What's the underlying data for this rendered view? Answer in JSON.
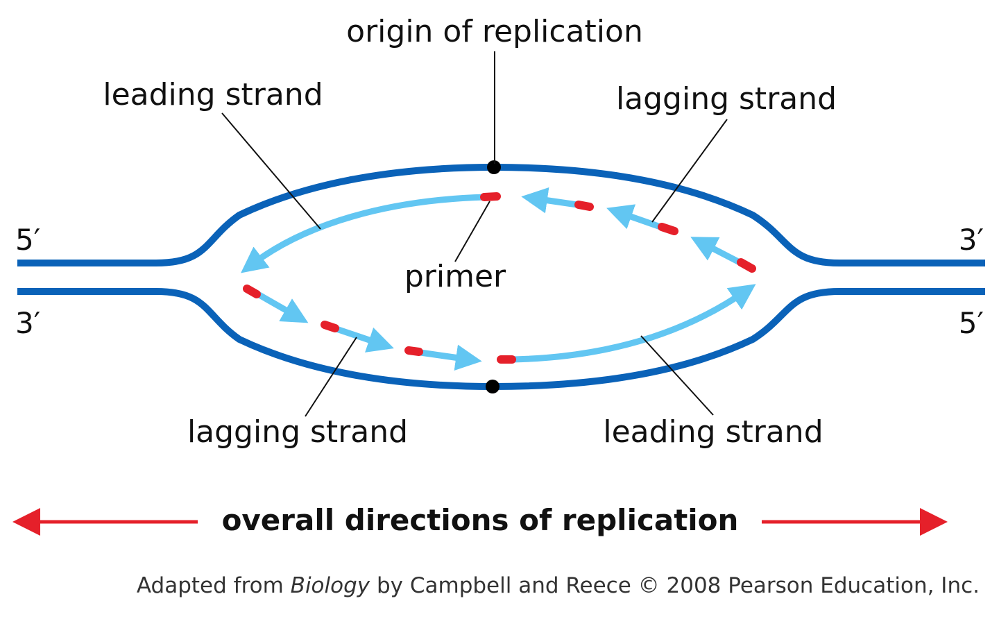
{
  "labels": {
    "origin": "origin of replication",
    "leading_top": "leading strand",
    "lagging_top": "lagging strand",
    "primer": "primer",
    "lagging_bottom": "lagging strand",
    "leading_bottom": "leading strand"
  },
  "ends": {
    "top_left": "5′",
    "top_right": "3′",
    "bottom_left": "3′",
    "bottom_right": "5′"
  },
  "direction_title": "overall directions of replication",
  "credit": {
    "prefix": "Adapted from ",
    "book": "Biology",
    "suffix": " by Campbell and Reece © 2008 Pearson Education, Inc."
  },
  "colors": {
    "parent_strand": "#0a62b8",
    "new_strand": "#62c6f2",
    "primer": "#e5202a",
    "direction_arrow": "#e5202a",
    "origin_dot": "#000000"
  }
}
